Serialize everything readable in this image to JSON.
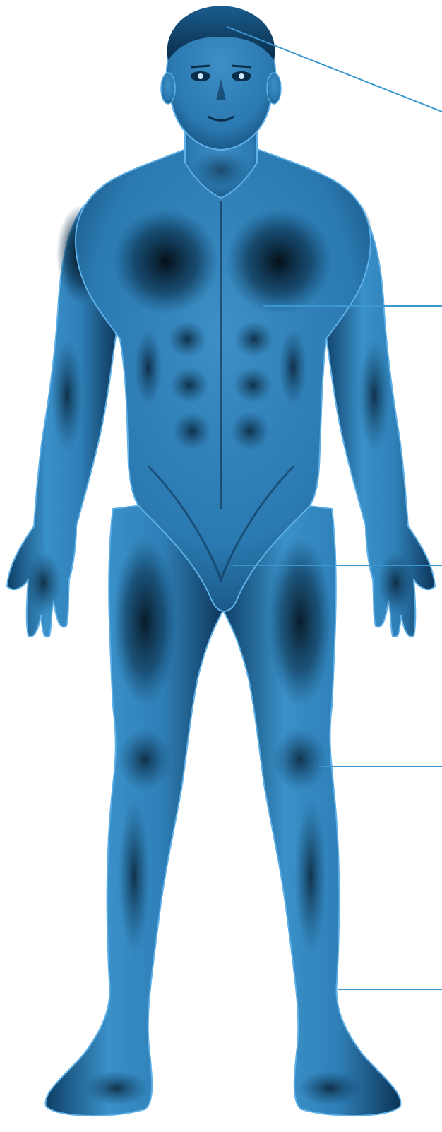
{
  "figure": {
    "subject": "male-human-body-front-view",
    "colors": {
      "background": "#ffffff",
      "body_mid": "#2f80b8",
      "body_light": "#6ab4e2",
      "body_dark": "#041018",
      "outline": "#5fb0e6",
      "leader_line": "#3b97cf"
    },
    "leader_lines": [
      {
        "id": "head"
      },
      {
        "id": "chest"
      },
      {
        "id": "groin"
      },
      {
        "id": "knee"
      },
      {
        "id": "shin"
      }
    ]
  }
}
